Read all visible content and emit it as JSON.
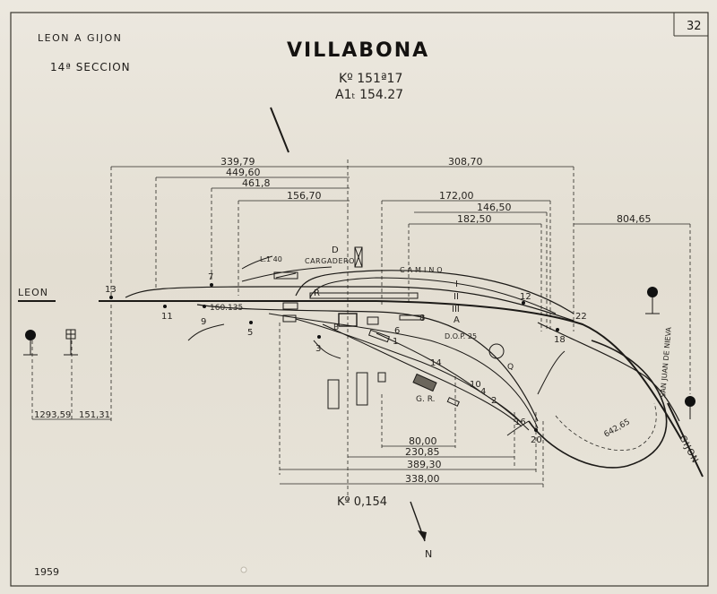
{
  "header": {
    "sheet_number": "32",
    "line": "LEON A GIJON",
    "section": "14ª SECCION",
    "station": "VILLABONA",
    "km": "Kº 151ª17",
    "alt": "A1ₜ 154.27",
    "year": "1959"
  },
  "dimensions": {
    "d1": "339,79",
    "d2": "449,60",
    "d3": "461,8",
    "d4": "156,70",
    "d5": "308,70",
    "d6": "172,00",
    "d7": "146,50",
    "d8": "182,50",
    "d9": "804,65",
    "d10": "160.135",
    "d11": "80,00",
    "d12": "230,85",
    "d13": "389,30",
    "d14": "338,00",
    "d15": "1293,59",
    "d16": "151,31",
    "d17": "642,65"
  },
  "labels": {
    "leon": "LEON",
    "gijon": "GIJON",
    "san_juan": "SAN JUAN DE NIEVA",
    "camino": "CAMINO",
    "cargadero": "CARGADERO",
    "km_bottom": "Kº 0,154",
    "north": "N",
    "gr": "G. R.",
    "dop": "D.O.P. 25",
    "q": "Q",
    "l140": "L.1 40"
  },
  "markers": {
    "m13": "13",
    "m11": "11",
    "m9": "9",
    "m7": "7",
    "m5": "5",
    "m3": "3",
    "m6": "6",
    "m8": "8",
    "m12": "12",
    "m18": "18",
    "m22": "22",
    "m20": "20",
    "m14": "14",
    "m16": "16",
    "m10": "10",
    "m2": "2",
    "m4": "4",
    "m1": "1",
    "r1": "I",
    "r2": "II",
    "r3": "III",
    "rA": "A",
    "rD": "D",
    "rR": "R",
    "rB": "B"
  }
}
